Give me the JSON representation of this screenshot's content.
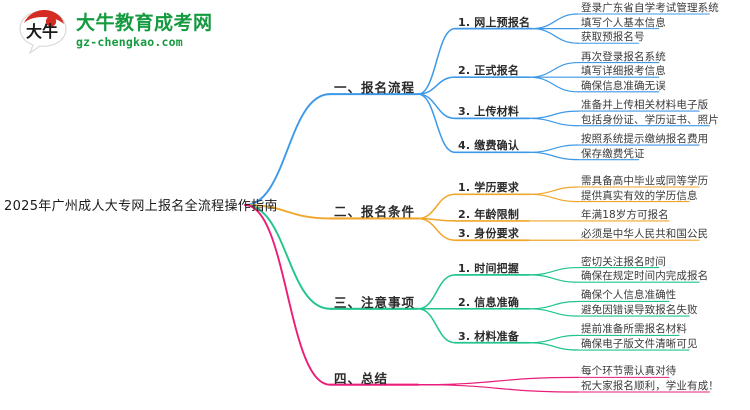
{
  "brand": {
    "logo_icon": "daniu-speech-bubble-logo",
    "logo_char": "大牛",
    "name": "大牛教育成考网",
    "domain": "gz-chengkao.com",
    "color": "#149a3f"
  },
  "mindmap": {
    "root": "2025年广州成人大专网上报名全流程操作指南",
    "colors": {
      "branch1": "#3d99e8",
      "branch2": "#f0a62a",
      "branch3": "#21c58c",
      "branch4": "#ea1d79"
    },
    "branches": [
      {
        "label": "一、报名流程",
        "color": "#3d99e8",
        "children": [
          {
            "label": "1. 网上预报名",
            "leaves": [
              "登录广东省自学考试管理系统",
              "填写个人基本信息",
              "获取预报名号"
            ]
          },
          {
            "label": "2. 正式报名",
            "leaves": [
              "再次登录报名系统",
              "填写详细报考信息",
              "确保信息准确无误"
            ]
          },
          {
            "label": "3. 上传材料",
            "leaves": [
              "准备并上传相关材料电子版",
              "包括身份证、学历证书、照片"
            ]
          },
          {
            "label": "4. 缴费确认",
            "leaves": [
              "按照系统提示缴纳报名费用",
              "保存缴费凭证"
            ]
          }
        ]
      },
      {
        "label": "二、报名条件",
        "color": "#f0a62a",
        "children": [
          {
            "label": "1. 学历要求",
            "leaves": [
              "需具备高中毕业或同等学历",
              "提供真实有效的学历信息"
            ]
          },
          {
            "label": "2. 年龄限制",
            "leaves": [
              "年满18岁方可报名"
            ]
          },
          {
            "label": "3. 身份要求",
            "leaves": [
              "必须是中华人民共和国公民"
            ]
          }
        ]
      },
      {
        "label": "三、注意事项",
        "color": "#21c58c",
        "children": [
          {
            "label": "1. 时间把握",
            "leaves": [
              "密切关注报名时间",
              "确保在规定时间内完成报名"
            ]
          },
          {
            "label": "2. 信息准确",
            "leaves": [
              "确保个人信息准确性",
              "避免因错误导致报名失败"
            ]
          },
          {
            "label": "3. 材料准备",
            "leaves": [
              "提前准备所需报名材料",
              "确保电子版文件清晰可见"
            ]
          }
        ]
      },
      {
        "label": "四、总结",
        "color": "#ea1d79",
        "children": [
          {
            "label": "",
            "leaves": [
              "每个环节需认真对待",
              "祝大家报名顺利，学业有成！"
            ]
          }
        ]
      }
    ]
  }
}
